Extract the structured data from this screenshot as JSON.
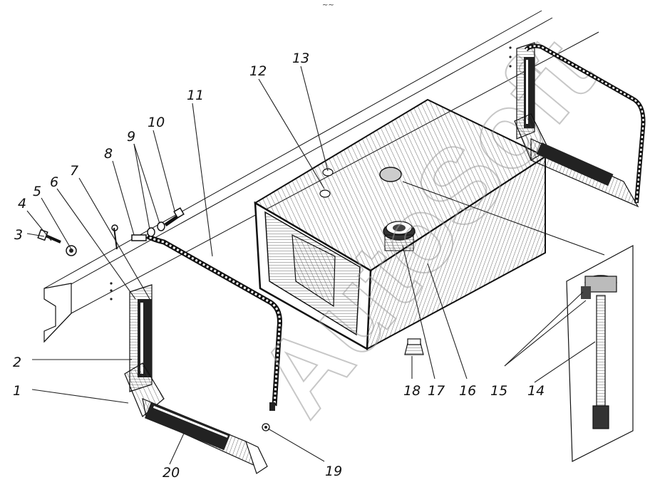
{
  "watermark": "AutoSoft",
  "top_mark": "~~",
  "callouts": [
    {
      "id": "1",
      "label": "1"
    },
    {
      "id": "2",
      "label": "2"
    },
    {
      "id": "3",
      "label": "3"
    },
    {
      "id": "4",
      "label": "4"
    },
    {
      "id": "5",
      "label": "5"
    },
    {
      "id": "6",
      "label": "6"
    },
    {
      "id": "7",
      "label": "7"
    },
    {
      "id": "8",
      "label": "8"
    },
    {
      "id": "9",
      "label": "9"
    },
    {
      "id": "10",
      "label": "10"
    },
    {
      "id": "11",
      "label": "11"
    },
    {
      "id": "12",
      "label": "12"
    },
    {
      "id": "13",
      "label": "13"
    },
    {
      "id": "14",
      "label": "14"
    },
    {
      "id": "15",
      "label": "15"
    },
    {
      "id": "16",
      "label": "16"
    },
    {
      "id": "17",
      "label": "17"
    },
    {
      "id": "18",
      "label": "18"
    },
    {
      "id": "19",
      "label": "19"
    },
    {
      "id": "20",
      "label": "20"
    }
  ]
}
